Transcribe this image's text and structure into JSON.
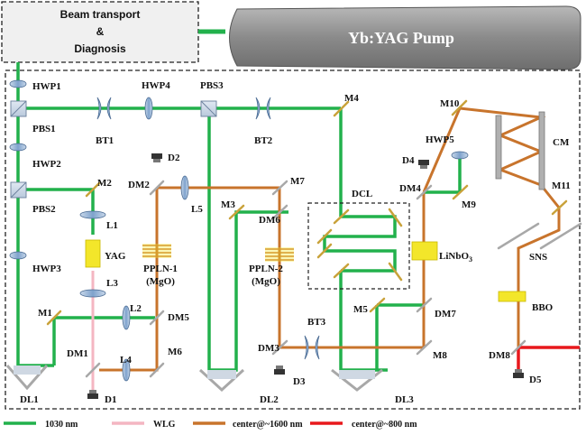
{
  "header": {
    "beam_box_line1": "Beam transport",
    "beam_box_line2": "&",
    "beam_box_line3": "Diagnosis",
    "pump_label": "Yb:YAG  Pump"
  },
  "labels": {
    "HWP1": "HWP1",
    "PBS1": "PBS1",
    "HWP2": "HWP2",
    "PBS2": "PBS2",
    "HWP3": "HWP3",
    "BT1": "BT1",
    "HWP4": "HWP4",
    "PBS3": "PBS3",
    "BT2": "BT2",
    "M4": "M4",
    "M10": "M10",
    "CM": "CM",
    "HWP5": "HWP5",
    "D4": "D4",
    "DM4": "DM4",
    "M9": "M9",
    "M11": "M11",
    "D2": "D2",
    "DM2": "DM2",
    "M2": "M2",
    "L1": "L1",
    "YAG": "YAG",
    "L3": "L3",
    "L5": "L5",
    "M3": "M3",
    "M7": "M7",
    "DM6": "DM6",
    "DCL": "DCL",
    "PPLN1_line1": "PPLN-1",
    "PPLN1_line2": "(MgO)",
    "PPLN2_line1": "PPLN-2",
    "PPLN2_line2": "(MgO)",
    "LiNbO3": "LiNbO",
    "LiNbO3_sub": "3",
    "SNS": "SNS",
    "BBO": "BBO",
    "M1": "M1",
    "L2": "L2",
    "DM5": "DM5",
    "DM1": "DM1",
    "L4": "L4",
    "M6": "M6",
    "M5": "M5",
    "DM7": "DM7",
    "BT3": "BT3",
    "DM3": "DM3",
    "M8": "M8",
    "DM8": "DM8",
    "D3": "D3",
    "D5": "D5",
    "D1": "D1",
    "DL1": "DL1",
    "DL2": "DL2",
    "DL3": "DL3"
  },
  "legend": [
    {
      "label": "1030 nm",
      "color": "#22b14c"
    },
    {
      "label": "WLG",
      "color": "#f4b6c2"
    },
    {
      "label": "center@~1600 nm",
      "color": "#c8742c"
    },
    {
      "label": "center@~800 nm",
      "color": "#e8181c"
    }
  ],
  "colors": {
    "green": "#22b14c",
    "pink": "#f4b6c2",
    "orange": "#c8742c",
    "red": "#e8181c",
    "pump_gray": "#8c8c8c",
    "crystal_yellow": "#f3e62a",
    "lens_blue": "#9bb8d8"
  }
}
